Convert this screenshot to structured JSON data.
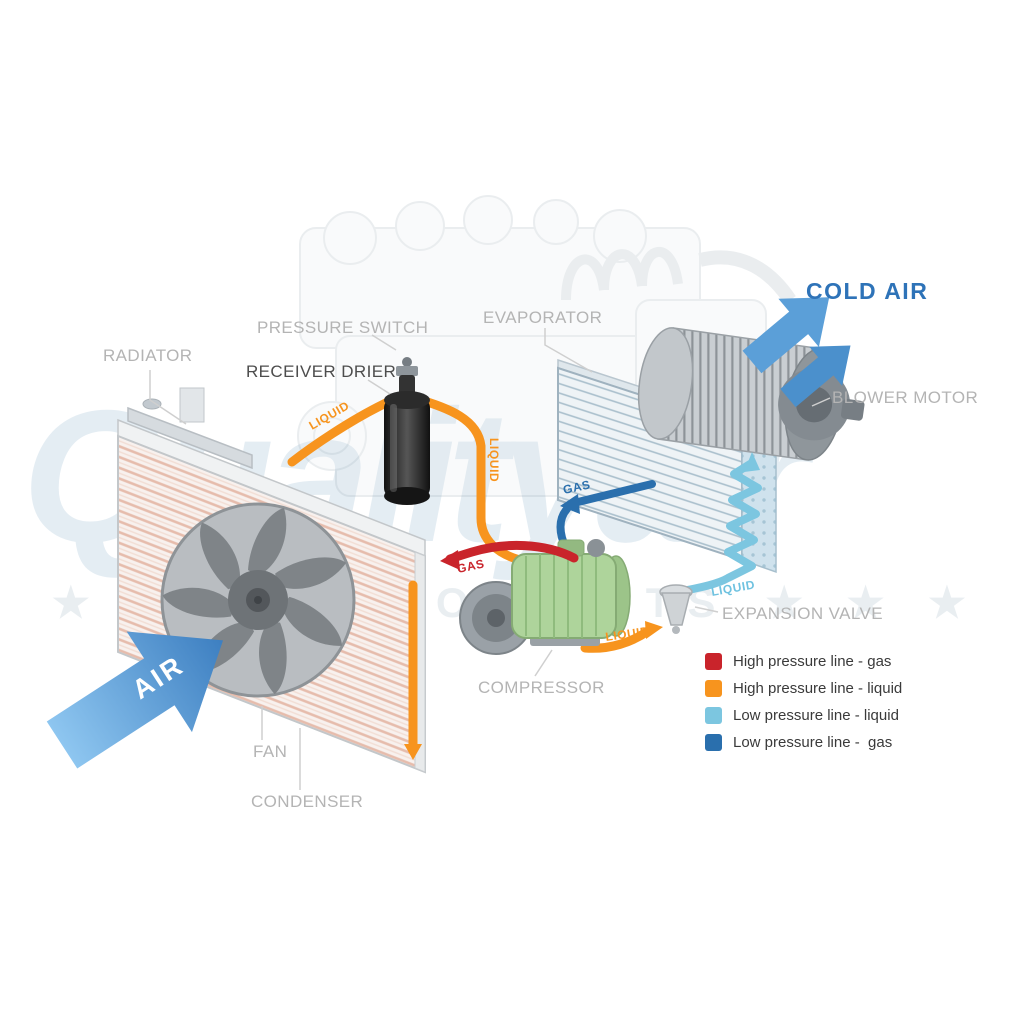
{
  "watermark": {
    "brand": "Qualityair",
    "stars": "★ ★ ★",
    "tagline": "AUTO PARTS"
  },
  "labels": {
    "radiator": "RADIATOR",
    "pressure_switch": "PRESSURE SWITCH",
    "receiver_drier": "RECEIVER DRIER",
    "evaporator": "EVAPORATOR",
    "cold_air": "COLD AIR",
    "blower_motor": "BLOWER MOTOR",
    "expansion_valve": "EXPANSION VALVE",
    "compressor": "COMPRESSOR",
    "fan": "FAN",
    "condenser": "CONDENSER",
    "air": "AIR"
  },
  "pipe_labels": {
    "liquid_to_drier": "LIQUID",
    "liquid_vertical": "LIQUID",
    "gas_suction": "GAS",
    "gas_discharge": "GAS",
    "liquid_low_pressure": "LIQUID",
    "liquid_to_valve": "LIQUID"
  },
  "legend": {
    "items": [
      {
        "label": "High pressure line - gas",
        "color": "#c9242b"
      },
      {
        "label": "High pressure line - liquid",
        "color": "#f7941e"
      },
      {
        "label": "Low pressure line - liquid",
        "color": "#7cc6e0"
      },
      {
        "label": "Low pressure line -  gas",
        "color": "#2a6fad"
      }
    ]
  },
  "colors": {
    "high_pressure_gas": "#c9242b",
    "high_pressure_liquid": "#f7941e",
    "low_pressure_liquid": "#7cc6e0",
    "low_pressure_gas": "#2a6fad",
    "air_arrow_blue": "#4a8fd0",
    "cold_air_text": "#2e73b8",
    "label_gray": "#b4b4b4"
  }
}
